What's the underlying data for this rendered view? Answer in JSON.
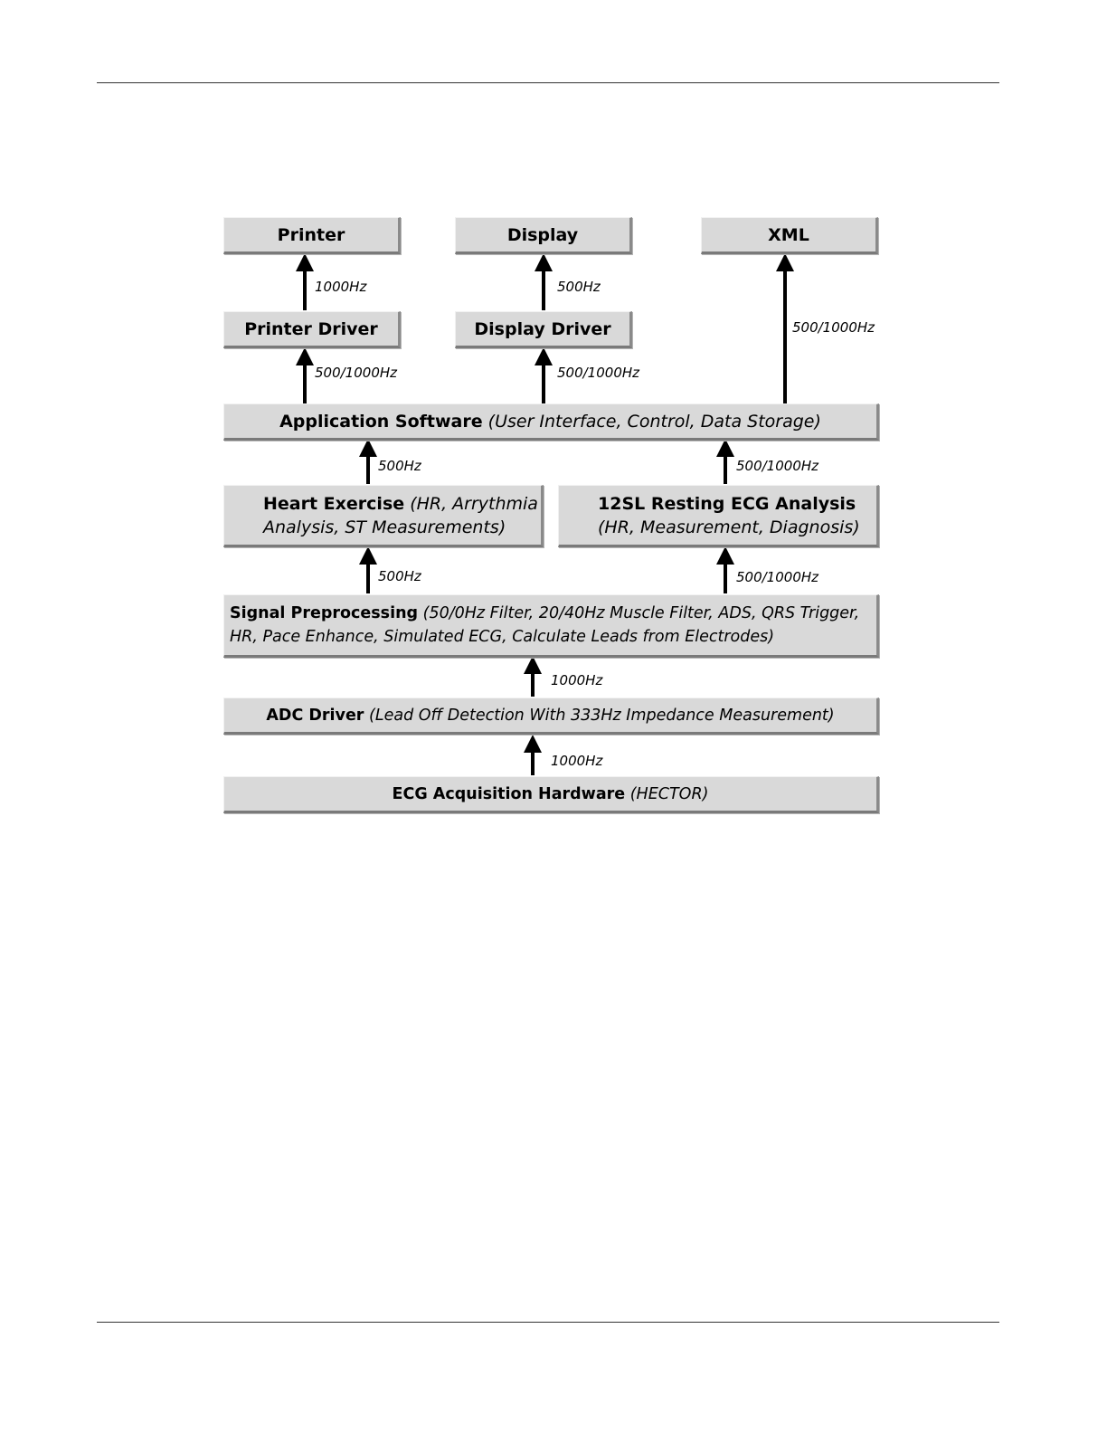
{
  "boxes": {
    "printer": {
      "title": "Printer"
    },
    "display": {
      "title": "Display"
    },
    "xml": {
      "title": "XML"
    },
    "printer_driver": {
      "title": "Printer Driver"
    },
    "display_driver": {
      "title": "Display Driver"
    },
    "application_software": {
      "title": "Application Software",
      "detail": "(User Interface, Control, Data Storage)"
    },
    "heart_exercise": {
      "title": "Heart Exercise",
      "detail_1": "(HR, Arrythmia",
      "detail_2": "Analysis, ST Measurements)"
    },
    "resting_ecg": {
      "title": "12SL Resting ECG Analysis",
      "detail": "(HR, Measurement, Diagnosis)"
    },
    "signal_preprocessing": {
      "title": "Signal Preprocessing",
      "detail_1": "(50/0Hz Filter, 20/40Hz Muscle Filter, ADS, QRS Trigger,",
      "detail_2": "HR, Pace Enhance, Simulated ECG, Calculate Leads from Electrodes)"
    },
    "adc_driver": {
      "title": "ADC Driver",
      "detail": "(Lead Off Detection With 333Hz Impedance Measurement)"
    },
    "ecg_hardware": {
      "title": "ECG Acquisition Hardware",
      "detail": "(HECTOR)"
    }
  },
  "arrows": {
    "printer_driver_to_printer": "1000Hz",
    "display_driver_to_display": "500Hz",
    "app_to_xml": "500/1000Hz",
    "app_to_printer_driver": "500/1000Hz",
    "app_to_display_driver": "500/1000Hz",
    "heart_to_app": "500Hz",
    "resting_to_app": "500/1000Hz",
    "preproc_to_heart": "500Hz",
    "preproc_to_resting": "500/1000Hz",
    "adc_to_preproc": "1000Hz",
    "hardware_to_adc": "1000Hz"
  }
}
